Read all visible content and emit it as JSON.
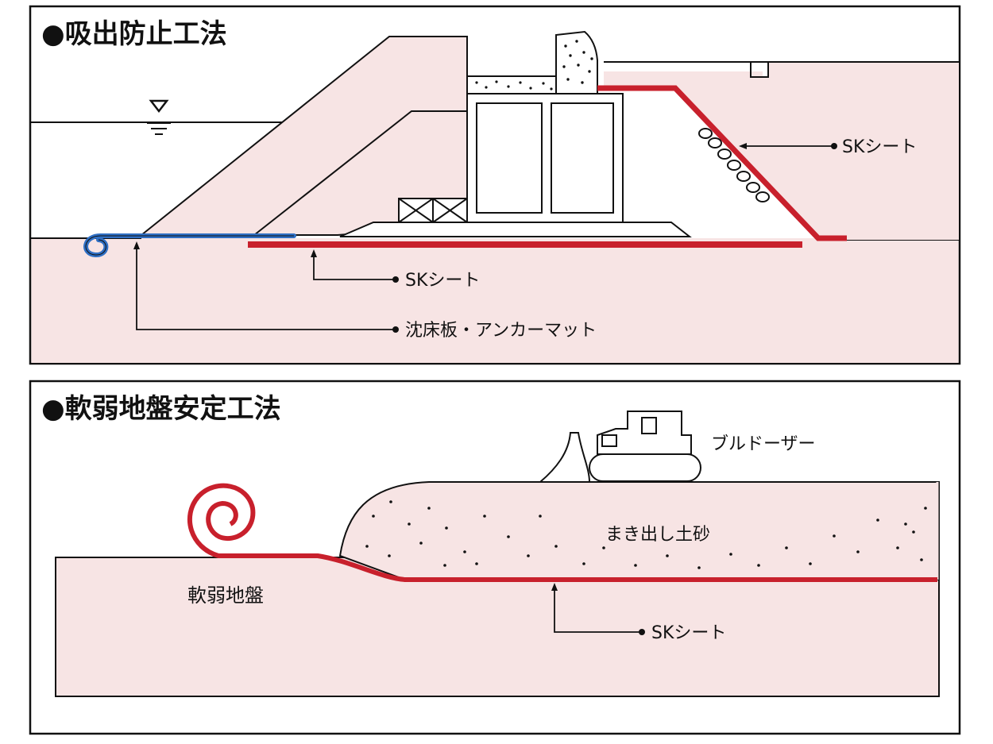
{
  "colors": {
    "pink": "#f7e4e4",
    "red_sheet": "#c8202c",
    "blue_mat": "#2f6fc4",
    "line": "#111111",
    "white": "#ffffff"
  },
  "panel1": {
    "title": "●吸出防止工法",
    "labels": {
      "sk_sheet_right": "SKシート",
      "sk_sheet_bottom": "SKシート",
      "anchor_mat": "沈床板・アンカーマット"
    }
  },
  "panel2": {
    "title": "●軟弱地盤安定工法",
    "labels": {
      "bulldozer": "ブルドーザー",
      "fill_soil": "まき出し土砂",
      "soft_ground": "軟弱地盤",
      "sk_sheet": "SKシート"
    }
  }
}
